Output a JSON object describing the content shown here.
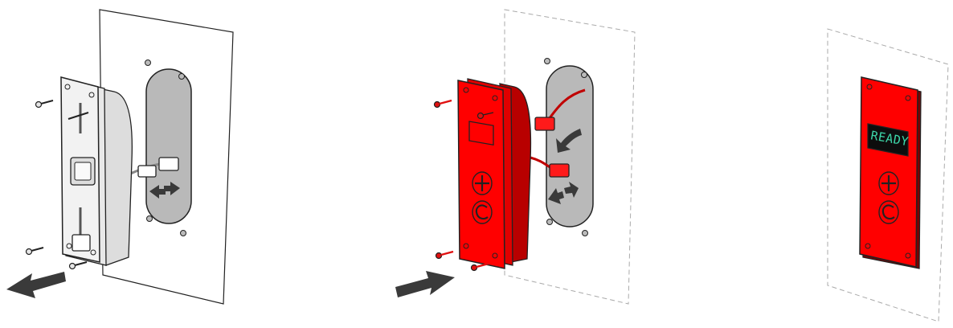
{
  "steps": [
    {
      "id": "remove-old-panel",
      "panel_color": "#f2f2f2",
      "arrow_direction": "out"
    },
    {
      "id": "install-new-panel",
      "panel_color": "#ff0000",
      "arrow_direction": "in"
    },
    {
      "id": "panel-installed",
      "panel_color": "#ff0000"
    }
  ],
  "display": {
    "text": "READY",
    "text_color": "#3dd6a8"
  },
  "colors": {
    "wall": "#ffffff",
    "wall_stroke": "#222222",
    "cutout": "#b9b9b9",
    "arrow": "#3a3a3a",
    "screw_old": "#e6e6e6",
    "screw_new": "#e01010"
  },
  "icons": [
    "plus-symbol-icon",
    "c-symbol-icon",
    "direction-arrow-icon",
    "cable-connector-icon"
  ]
}
